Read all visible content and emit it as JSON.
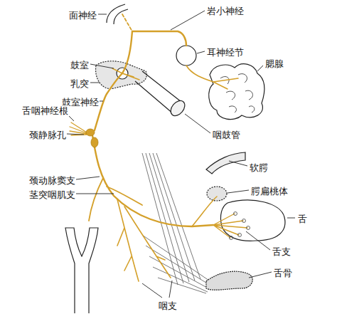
{
  "diagram": {
    "labels": [
      "面神经",
      "岩小神经",
      "鼓室",
      "耳神经节",
      "腮腺",
      "乳突",
      "鼓室神经",
      "舌咽神经根",
      "颈静脉孔",
      "咽鼓管",
      "软腭",
      "腭扁桃体",
      "颈动脉窦支",
      "茎突咽肌支",
      "舌",
      "舌支",
      "舌骨",
      "咽支"
    ]
  }
}
